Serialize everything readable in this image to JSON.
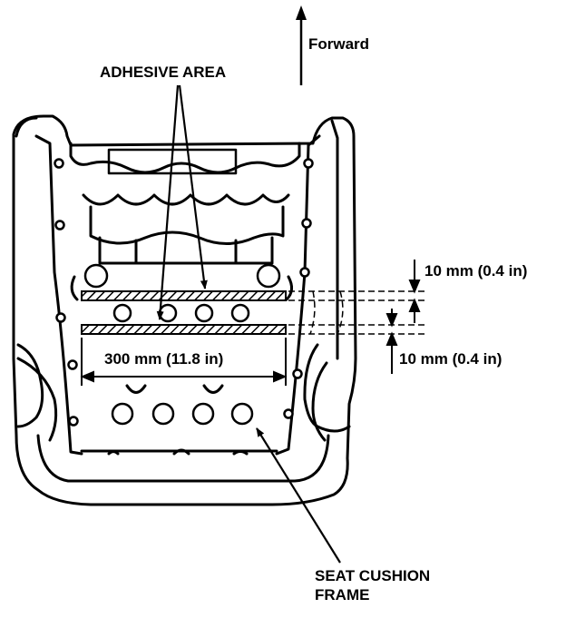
{
  "labels": {
    "forward": "Forward",
    "adhesive_area": "ADHESIVE AREA",
    "width_dimension": "300 mm (11.8 in)",
    "top_strip_offset": "10 mm (0.4 in)",
    "strip_gap": "10 mm (0.4 in)",
    "frame_line1": "SEAT CUSHION",
    "frame_line2": "FRAME"
  },
  "colors": {
    "ink": "#000000",
    "paper": "#ffffff"
  }
}
